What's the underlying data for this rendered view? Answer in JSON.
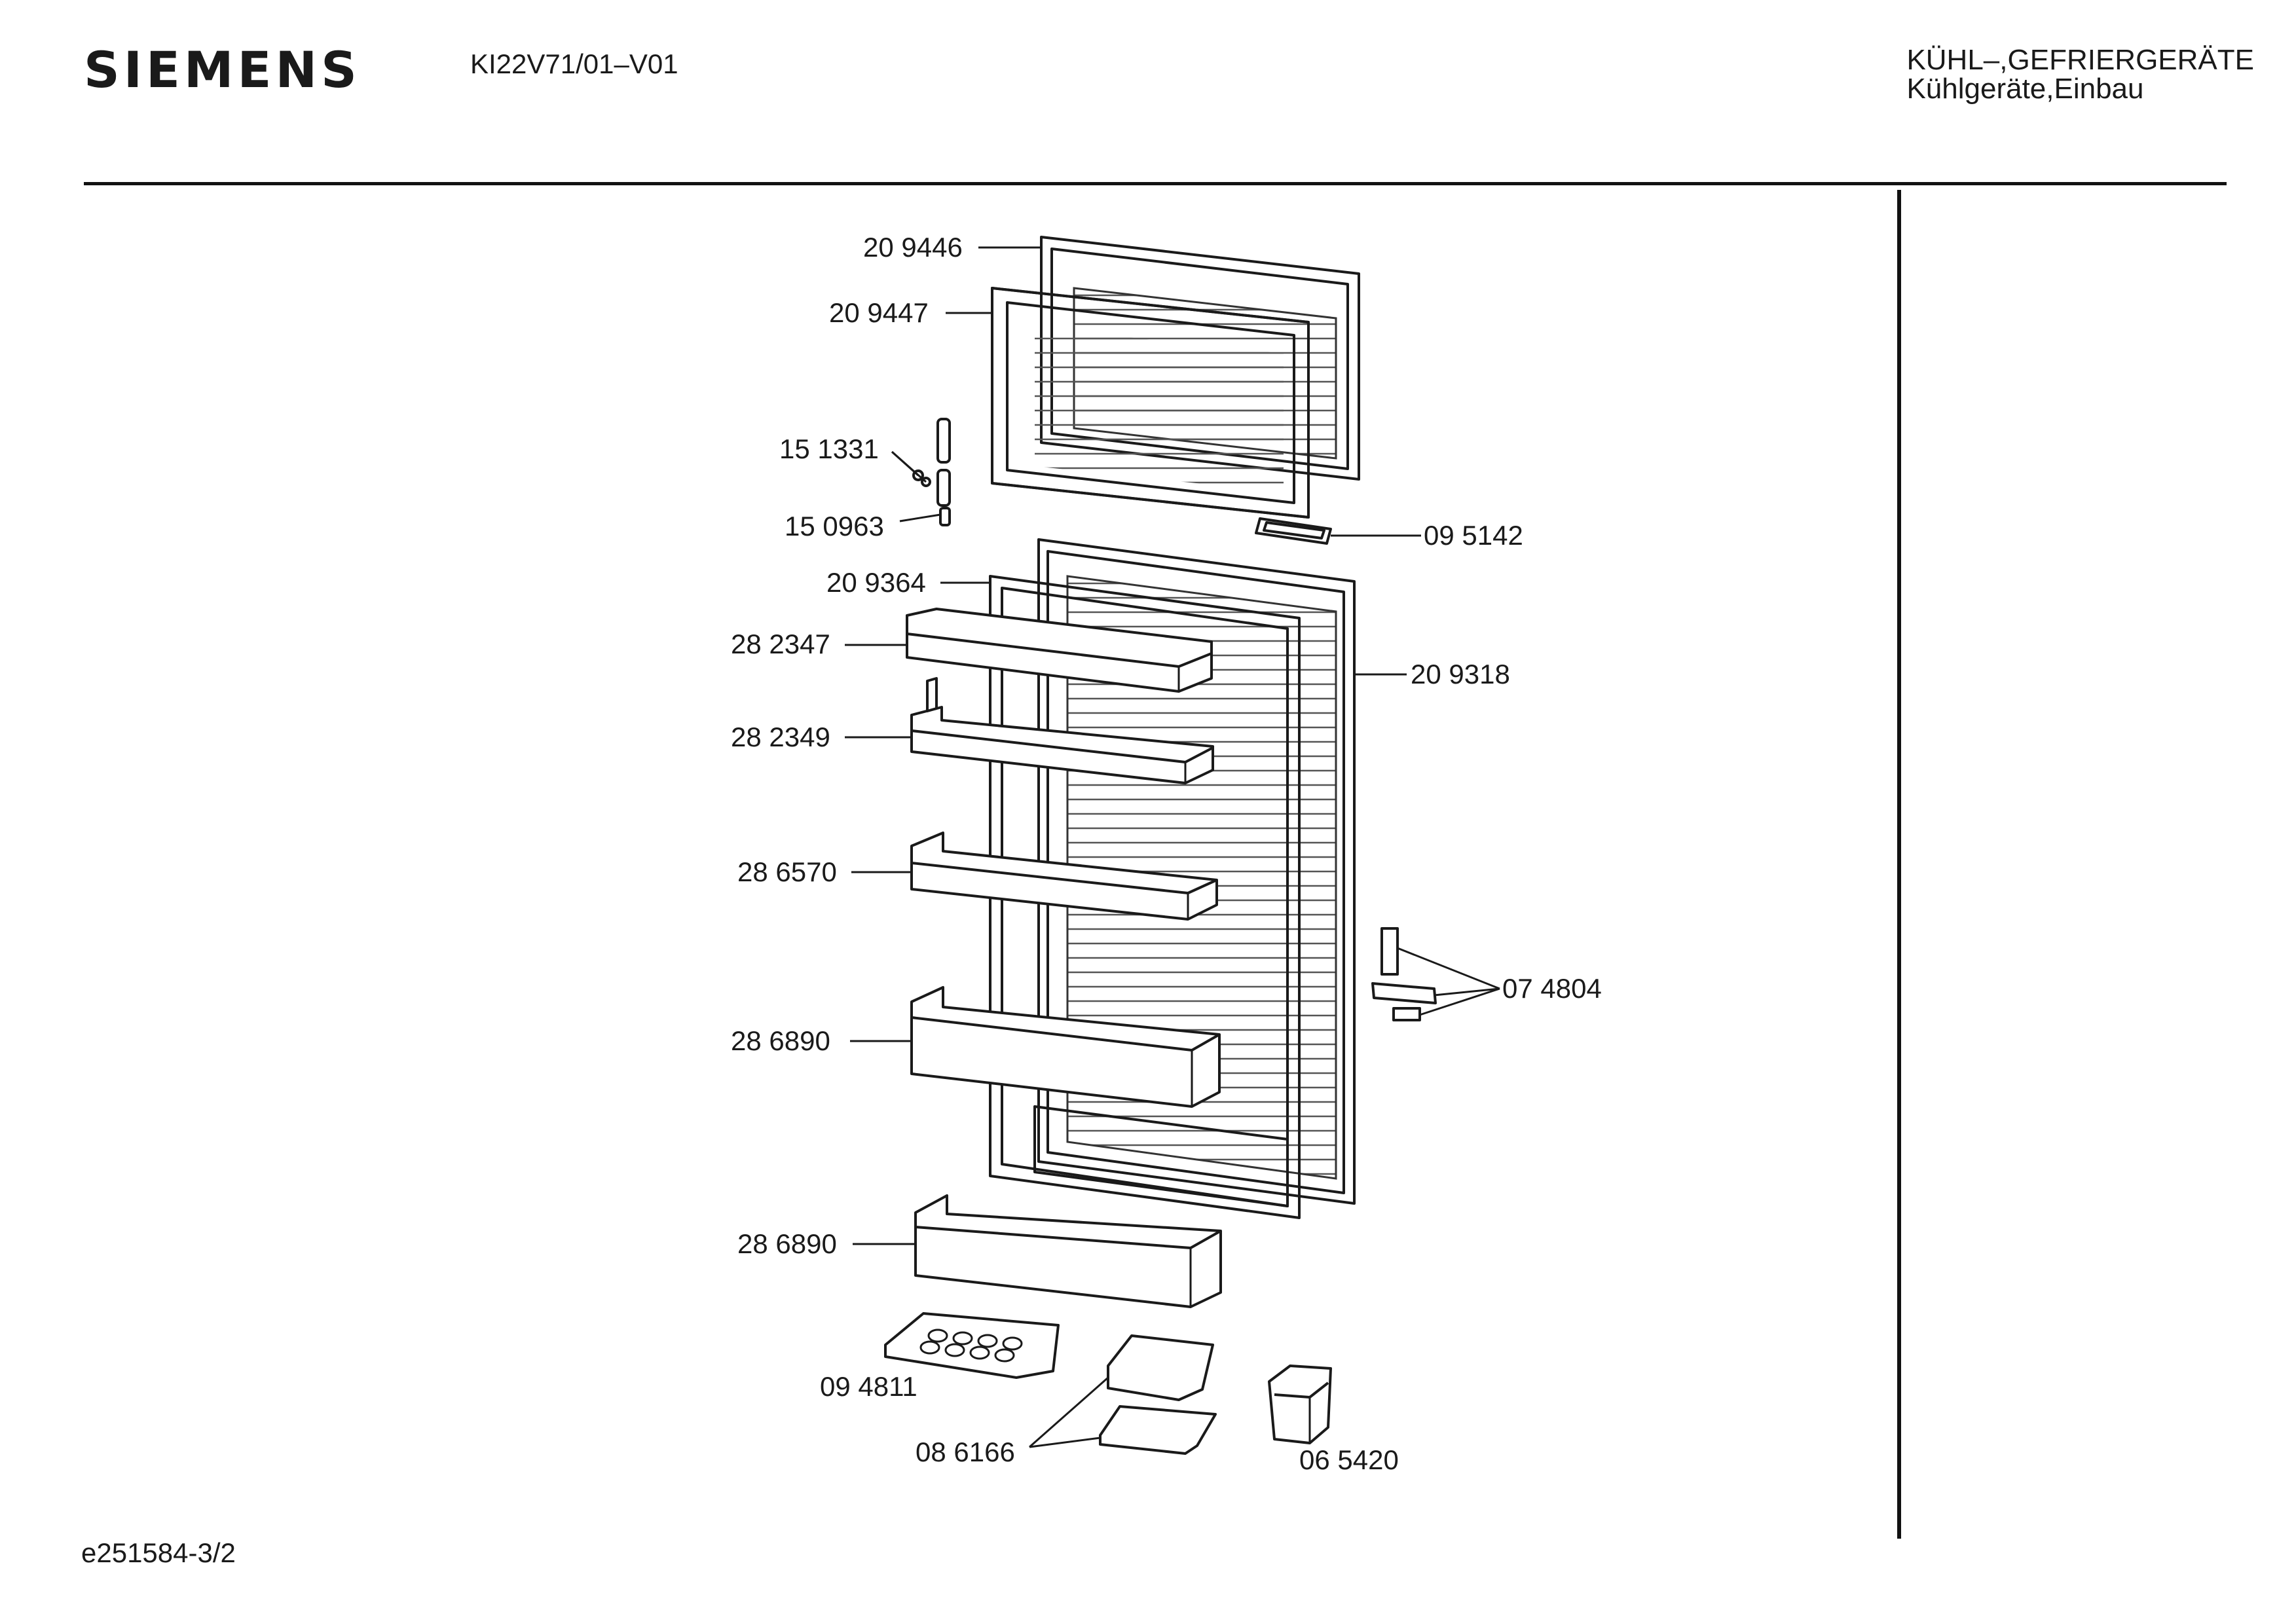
{
  "header": {
    "brand": "SIEMENS",
    "model": "KI22V71/01–V01",
    "category_line1": "KÜHL–,GEFRIERGERÄTE",
    "category_line2": "Kühlgeräte,Einbau"
  },
  "footer": {
    "doc_id": "e251584-3/2"
  },
  "parts": [
    {
      "number": "20 9446"
    },
    {
      "number": "20 9447"
    },
    {
      "number": "15 1331"
    },
    {
      "number": "15 0963"
    },
    {
      "number": "09 5142"
    },
    {
      "number": "20 9364"
    },
    {
      "number": "20 9318"
    },
    {
      "number": "28 2347"
    },
    {
      "number": "28 2349"
    },
    {
      "number": "28 6570"
    },
    {
      "number": "07 4804"
    },
    {
      "number": "28 6890"
    },
    {
      "number": "28 6890"
    },
    {
      "number": "09 4811"
    },
    {
      "number": "08 6166"
    },
    {
      "number": "06 5420"
    }
  ]
}
